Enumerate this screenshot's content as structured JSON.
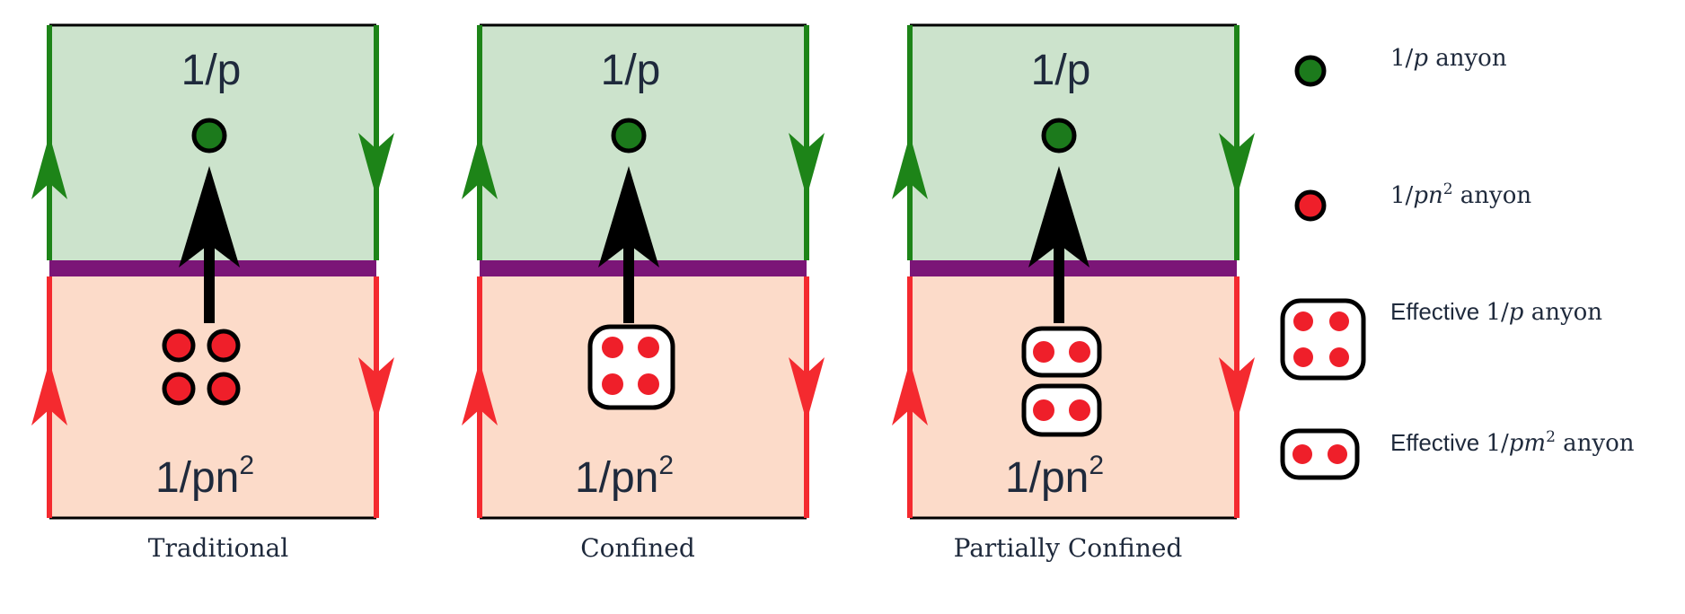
{
  "panels": [
    {
      "caption": "Traditional",
      "top_label": "1/p",
      "bottom_label_base": "1/pn",
      "bottom_label_exp": "2",
      "grouping": "separate"
    },
    {
      "caption": "Confined",
      "top_label": "1/p",
      "bottom_label_base": "1/pn",
      "bottom_label_exp": "2",
      "grouping": "one-box-of-four"
    },
    {
      "caption": "Partially Confined",
      "top_label": "1/p",
      "bottom_label_base": "1/pn",
      "bottom_label_exp": "2",
      "grouping": "two-boxes-of-two"
    }
  ],
  "legend": {
    "green_anyon": {
      "prefix": "1/",
      "var": "p",
      "suffix": " anyon"
    },
    "red_anyon": {
      "prefix": "1/",
      "var": "pn",
      "sup": "2",
      "suffix": " anyon"
    },
    "effective_p": {
      "prefix": "Effective ",
      "math_prefix": "1/",
      "var": "p",
      "suffix": " anyon"
    },
    "effective_pm2": {
      "prefix": "Effective ",
      "math_prefix": "1/",
      "var": "pm",
      "sup": "2",
      "suffix": " anyon"
    }
  },
  "colors": {
    "top_region": "#cce3cc",
    "bottom_region": "#fcdbc9",
    "interface": "#7b1677",
    "green_edge": "#1d8418",
    "red_edge": "#f42a2f",
    "green_anyon": "#1c7a1c",
    "red_anyon": "#ef1f2a",
    "arrow": "#000000",
    "label_text": "#1f2a3c"
  }
}
